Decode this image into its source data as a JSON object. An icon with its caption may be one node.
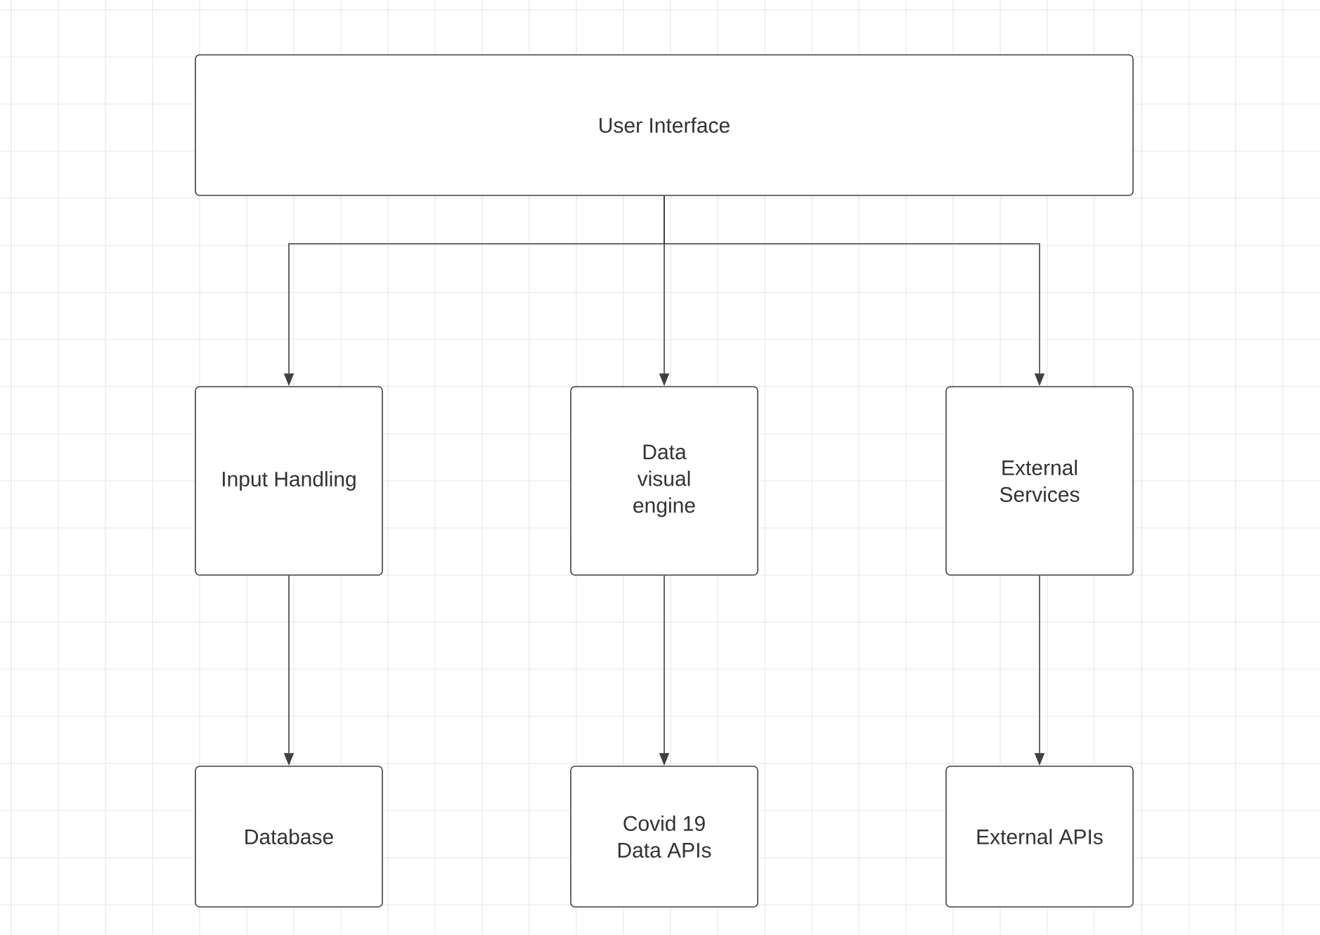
{
  "diagram": {
    "nodes": [
      {
        "text": [
          "User Interface"
        ]
      },
      {
        "text": [
          "Input Handling"
        ]
      },
      {
        "text": [
          "Data visual engine"
        ]
      },
      {
        "text": [
          "External Services"
        ]
      },
      {
        "text": [
          "Database"
        ]
      },
      {
        "text": [
          "Covid 19 Data APIs"
        ]
      },
      {
        "text": [
          "External APIs"
        ]
      }
    ],
    "edges": [
      {
        "from": 0,
        "to": 1,
        "arrow": "to"
      },
      {
        "from": 0,
        "to": 2,
        "arrow": "to"
      },
      {
        "from": 0,
        "to": 3,
        "arrow": "to"
      },
      {
        "from": 1,
        "to": 4,
        "arrow": "to"
      },
      {
        "from": 2,
        "to": 5,
        "arrow": "to"
      },
      {
        "from": 3,
        "to": 6,
        "arrow": "to"
      }
    ]
  }
}
